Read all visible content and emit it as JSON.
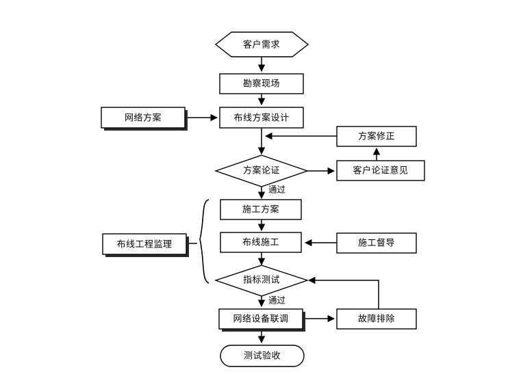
{
  "diagram": {
    "title": "",
    "background_color": "#ffffff",
    "line_color": "#000000",
    "shadow_color": "#2b2b2b",
    "nodes": [
      {
        "id": "customer-requirement",
        "label": "客户需求",
        "shape": "hexagon",
        "shadow": false
      },
      {
        "id": "survey-site",
        "label": "勘察现场",
        "shape": "rect",
        "shadow": false
      },
      {
        "id": "network-plan",
        "label": "网络方案",
        "shape": "rect",
        "shadow": true
      },
      {
        "id": "cabling-plan-design",
        "label": "布线方案设计",
        "shape": "rect",
        "shadow": false
      },
      {
        "id": "plan-revision",
        "label": "方案修正",
        "shape": "rect",
        "shadow": false
      },
      {
        "id": "plan-demonstration",
        "label": "方案论证",
        "shape": "diamond",
        "shadow": false
      },
      {
        "id": "customer-review-opinion",
        "label": "客户论证意见",
        "shape": "rect",
        "shadow": false
      },
      {
        "id": "supervision",
        "label": "布线工程监理",
        "shape": "rect",
        "shadow": true
      },
      {
        "id": "construction-plan",
        "label": "施工方案",
        "shape": "rect",
        "shadow": false
      },
      {
        "id": "cabling-construction",
        "label": "布线施工",
        "shape": "rect",
        "shadow": false
      },
      {
        "id": "construction-supervisor",
        "label": "施工督导",
        "shape": "rect",
        "shadow": false
      },
      {
        "id": "index-test",
        "label": "指标测试",
        "shape": "diamond",
        "shadow": false
      },
      {
        "id": "network-device-debug",
        "label": "网络设备联调",
        "shape": "rect",
        "shadow": true
      },
      {
        "id": "fault-removal",
        "label": "故障排除",
        "shape": "rect",
        "shadow": false
      },
      {
        "id": "test-acceptance",
        "label": "测试验收",
        "shape": "rounded",
        "shadow": false
      }
    ],
    "edge_labels": [
      {
        "id": "pass-label-1",
        "label": "通过"
      },
      {
        "id": "pass-label-2",
        "label": "通过"
      }
    ]
  }
}
